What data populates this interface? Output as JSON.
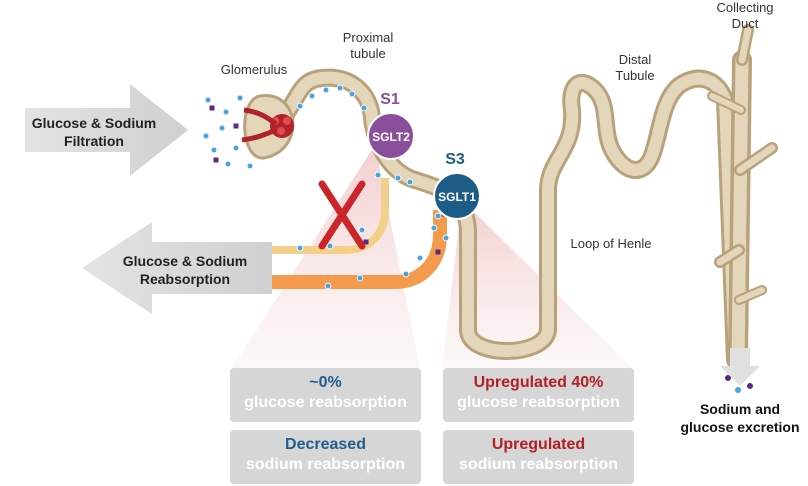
{
  "labels": {
    "glomerulus": "Glomerulus",
    "proximal_tubule": "Proximal\ntubule",
    "distal_tubule": "Distal\nTubule",
    "collecting_duct": "Collecting\nDuct",
    "loop_of_henle": "Loop of Henle",
    "s1": "S1",
    "s3": "S3",
    "sglt2": "SGLT2",
    "sglt1": "SGLT1"
  },
  "arrows": {
    "filtration": "Glucose & Sodium\nFiltration",
    "reabsorption": "Glucose & Sodium\nReabsorption"
  },
  "boxes": {
    "s1_glucose": {
      "top": "~0%",
      "bottom": "glucose reabsorption"
    },
    "s1_sodium": {
      "top": "Decreased",
      "bottom": "sodium reabsorption"
    },
    "s3_glucose": {
      "top": "Upregulated 40%",
      "bottom": "glucose reabsorption"
    },
    "s3_sodium": {
      "top": "Upregulated",
      "bottom": "sodium reabsorption"
    }
  },
  "excretion": "Sodium and\nglucose excretion",
  "colors": {
    "sglt2": "#8a4f9a",
    "sglt1": "#1d5c87",
    "tubule": "#d8c6a4",
    "flow_yellow": "#f3d089",
    "flow_orange": "#f39a4c",
    "block_x": "#c9252a",
    "cone": "#f1c7c7"
  }
}
